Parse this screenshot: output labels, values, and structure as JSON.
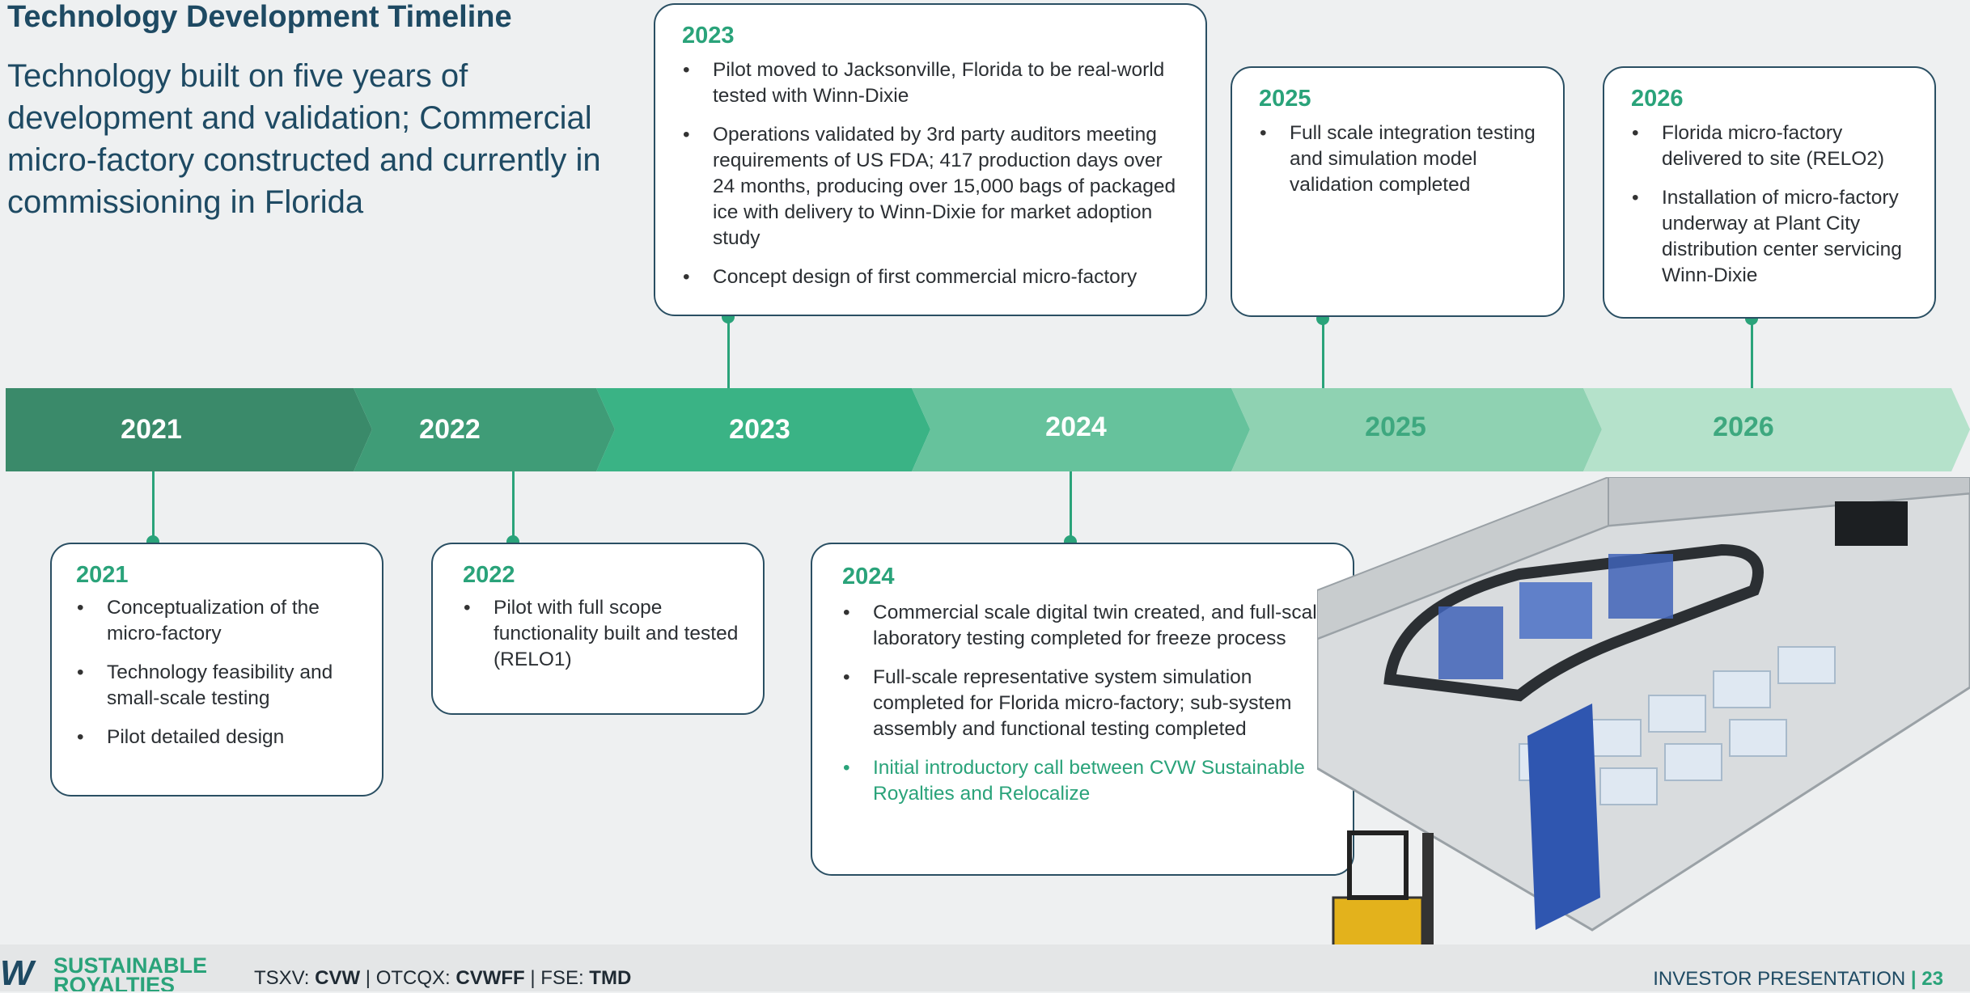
{
  "header": {
    "title": "Technology Development Timeline",
    "subtitle": "Technology built on five years of development and validation; Commercial micro-factory constructed and currently in commissioning in Florida"
  },
  "timeline": {
    "years": [
      "2021",
      "2022",
      "2023",
      "2024",
      "2025",
      "2026"
    ],
    "colors": [
      "#3a8a6a",
      "#3f9c77",
      "#3ab385",
      "#66c29c",
      "#8fd2b2",
      "#b5e2cb"
    ],
    "label_colors": [
      "#ffffff",
      "#ffffff",
      "#ffffff",
      "#ffffff",
      "#3ea87f",
      "#3ea87f"
    ]
  },
  "cards": {
    "c2023": {
      "year": "2023",
      "items": [
        "Pilot moved to Jacksonville, Florida to be real-world tested with Winn-Dixie",
        "Operations validated by 3rd party auditors meeting requirements of US FDA; 417 production days over 24 months, producing over 15,000 bags of packaged ice with delivery to Winn-Dixie for market adoption study",
        "Concept design of first commercial micro-factory"
      ]
    },
    "c2025": {
      "year": "2025",
      "items": [
        "Full scale integration testing and simulation model validation completed"
      ]
    },
    "c2026": {
      "year": "2026",
      "items": [
        "Florida micro-factory delivered to site (RELO2)",
        "Installation of micro-factory underway at Plant City distribution center servicing Winn-Dixie"
      ]
    },
    "c2021": {
      "year": "2021",
      "items": [
        "Conceptualization of the micro-factory",
        "Technology feasibility and small-scale testing",
        "Pilot detailed design"
      ]
    },
    "c2022": {
      "year": "2022",
      "items": [
        "Pilot with full scope functionality built and tested (RELO1)"
      ]
    },
    "c2024": {
      "year": "2024",
      "items": [
        "Commercial scale digital twin created, and full-scale laboratory testing completed for freeze process",
        "Full-scale representative system simulation completed for Florida micro-factory; sub-system assembly and functional testing completed",
        "Initial introductory call between CVW Sustainable Royalties and Relocalize"
      ]
    }
  },
  "footer": {
    "logo_mark": "W",
    "logo_text": "SUSTAINABLE ROYALTIES",
    "ticker_a": "TSXV: ",
    "ticker_a_val": "CVW",
    "ticker_sep1": " | OTCQX: ",
    "ticker_b_val": "CVWFF",
    "ticker_sep2": " | FSE: ",
    "ticker_c_val": "TMD",
    "presentation": "INVESTOR PRESENTATION",
    "sep": " | ",
    "page": "23"
  },
  "accent": "#2aa37a",
  "navy": "#1e4a63"
}
